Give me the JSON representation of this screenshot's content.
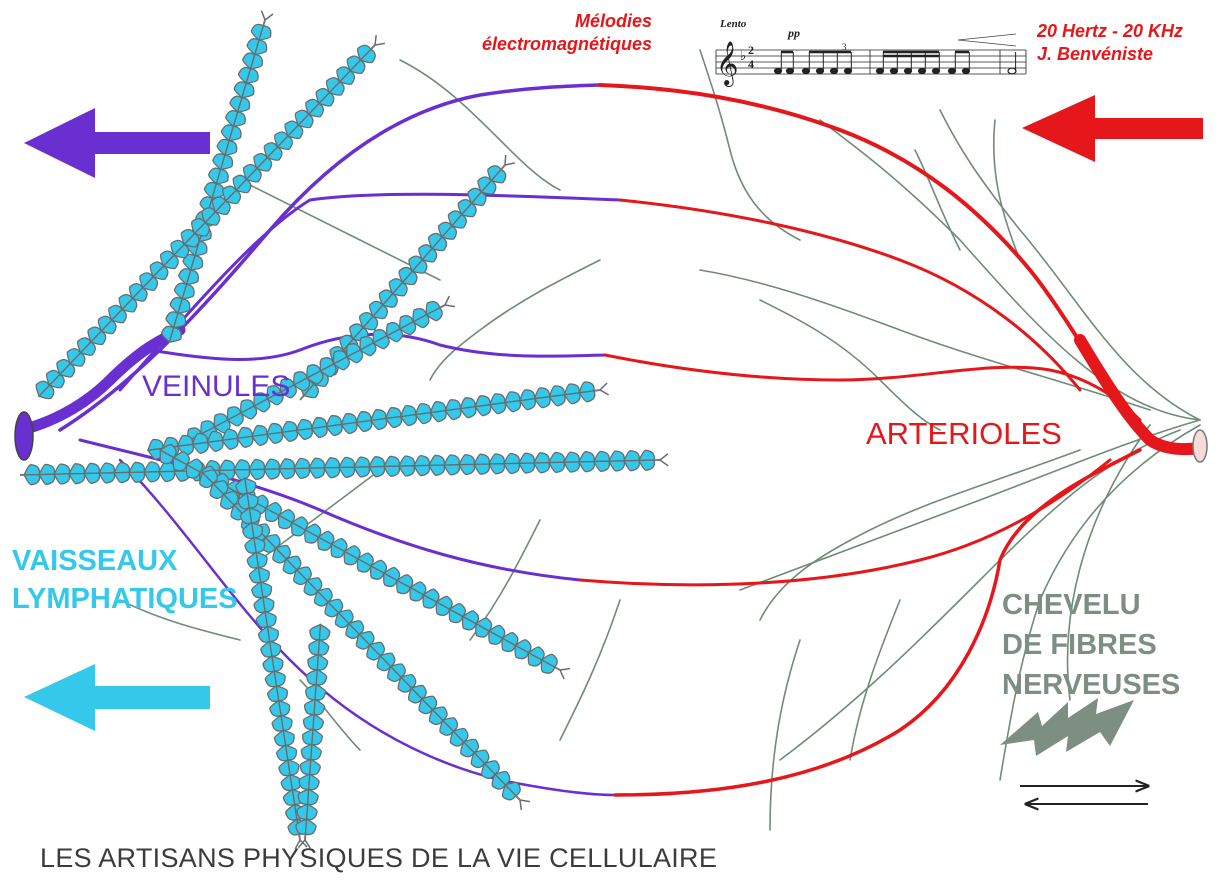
{
  "labels": {
    "melodies": [
      "Mélodies",
      "électromagnétiques"
    ],
    "frequency": "20 Hertz - 20 KHz",
    "author": "J. Benvéniste",
    "veins": "VEINULES",
    "arteries": "ARTERIOLES",
    "lymph": [
      "VAISSEAUX",
      "LYMPHATIQUES"
    ],
    "nerves": [
      "CHEVELU",
      "DE FIBRES",
      "NERVEUSES"
    ],
    "title": "LES ARTISANS PHYSIQUES DE LA VIE CELLULAIRE"
  },
  "score": {
    "tempo": "Lento",
    "dynamic": "pp",
    "tuplet": "3"
  },
  "colors": {
    "vein": "#6a2fd0",
    "artery": "#e5171a",
    "lymph": "#34c8ea",
    "nerve": "#6f8c78",
    "nerve_label": "#7d8e82",
    "title": "#3c3c3c"
  },
  "icons": [
    "vein-arrow-icon",
    "artery-arrow-icon",
    "lymph-arrow-icon",
    "lightning-icon",
    "bidirectional-arrows-icon",
    "treble-clef-icon"
  ]
}
